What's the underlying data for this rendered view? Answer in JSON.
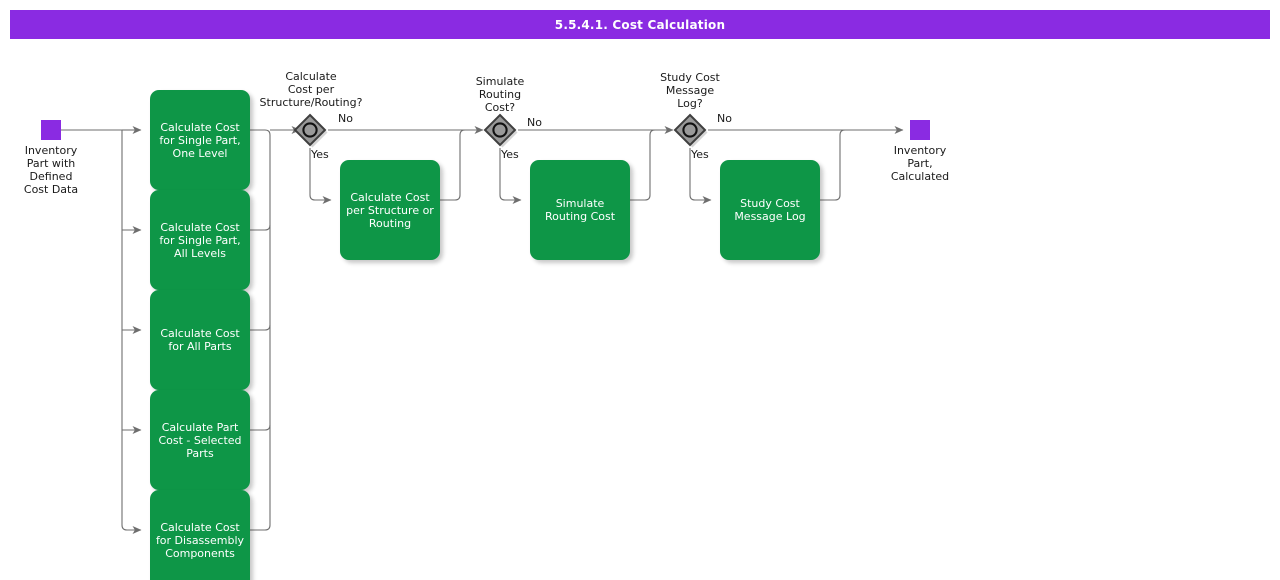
{
  "header": {
    "title": "5.5.4.1. Cost Calculation",
    "bar_color": "#8A2BE2"
  },
  "theme": {
    "task_color": "#0E9647",
    "event_color": "#8A2BE2",
    "gateway_fill": "#9A9A9A",
    "gateway_stroke": "#3F3F3F",
    "connector_color": "#6E6E6E",
    "text_color": "#1A1A1A",
    "task_text_color": "#FFFFFF"
  },
  "diagram": {
    "type": "bpmn-flowchart",
    "start_event": {
      "name": "inventory-part-with-defined-cost-data",
      "label": "Inventory\nPart with\nDefined\nCost Data",
      "shape": "square",
      "color": "#8A2BE2"
    },
    "end_event": {
      "name": "inventory-part-calculated",
      "label": "Inventory\nPart,\nCalculated",
      "shape": "square",
      "color": "#8A2BE2"
    },
    "parallel_tasks": [
      {
        "id": "t1",
        "label": "Calculate Cost\nfor Single Part,\nOne Level"
      },
      {
        "id": "t2",
        "label": "Calculate Cost\nfor Single Part,\nAll Levels"
      },
      {
        "id": "t3",
        "label": "Calculate Cost\nfor All Parts"
      },
      {
        "id": "t4",
        "label": "Calculate Part\nCost - Selected\nParts"
      },
      {
        "id": "t5",
        "label": "Calculate Cost\nfor Disassembly\nComponents"
      }
    ],
    "gateways": [
      {
        "id": "g1",
        "label": "Calculate\nCost per\nStructure/Routing?",
        "type": "inclusive",
        "yes_label": "Yes",
        "no_label": "No",
        "yes_task": {
          "id": "gt1",
          "label": "Calculate Cost\nper Structure or\nRouting"
        }
      },
      {
        "id": "g2",
        "label": "Simulate\nRouting\nCost?",
        "type": "inclusive",
        "yes_label": "Yes",
        "no_label": "No",
        "yes_task": {
          "id": "gt2",
          "label": "Simulate Routing\nCost"
        }
      },
      {
        "id": "g3",
        "label": "Study Cost\nMessage\nLog?",
        "type": "inclusive",
        "yes_label": "Yes",
        "no_label": "No",
        "yes_task": {
          "id": "gt3",
          "label": "Study Cost\nMessage Log"
        }
      }
    ]
  }
}
